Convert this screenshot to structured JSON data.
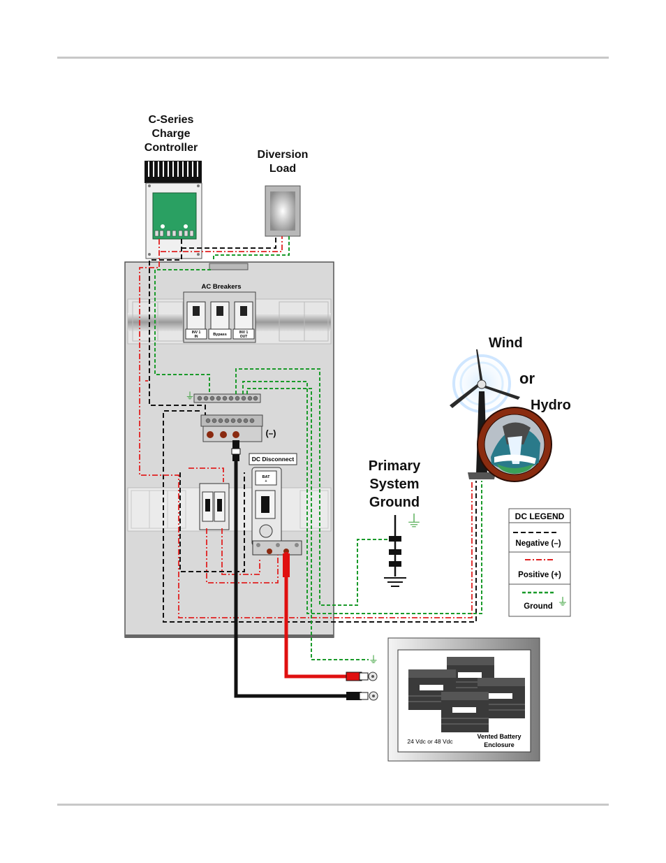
{
  "labels": {
    "controller": [
      "C-Series",
      "Charge",
      "Controller"
    ],
    "diversion": [
      "Diversion",
      "Load"
    ],
    "ac_breakers": "AC Breakers",
    "inv1_in": [
      "INV 1",
      "IN"
    ],
    "bypass": "Bypass",
    "inv1_out": [
      "INV 1",
      "OUT"
    ],
    "negative_bus": "(–)",
    "dc_disconnect": "DC Disconnect",
    "bat_breaker": [
      "BAT",
      "+"
    ],
    "primary_ground": [
      "Primary",
      "System",
      "Ground"
    ],
    "source": {
      "wind": "Wind",
      "or": "or",
      "hydro": "Hydro"
    },
    "battery_voltage": "24 Vdc or 48 Vdc",
    "battery_enclosure": [
      "Vented Battery",
      "Enclosure"
    ]
  },
  "legend": {
    "title": "DC LEGEND",
    "negative": "Negative (–)",
    "positive": "Positive (+)",
    "ground": "Ground",
    "ground_symbol": "⏚"
  },
  "colors": {
    "negative": "#111111",
    "positive": "#e02020",
    "ground": "#1a9a2a",
    "panel": "#d9d9d9",
    "controller_board": "#2aa062"
  },
  "icons": [
    "ground-symbol-icon",
    "wind-turbine-icon",
    "hydro-waterfall-icon",
    "battery-icon"
  ]
}
